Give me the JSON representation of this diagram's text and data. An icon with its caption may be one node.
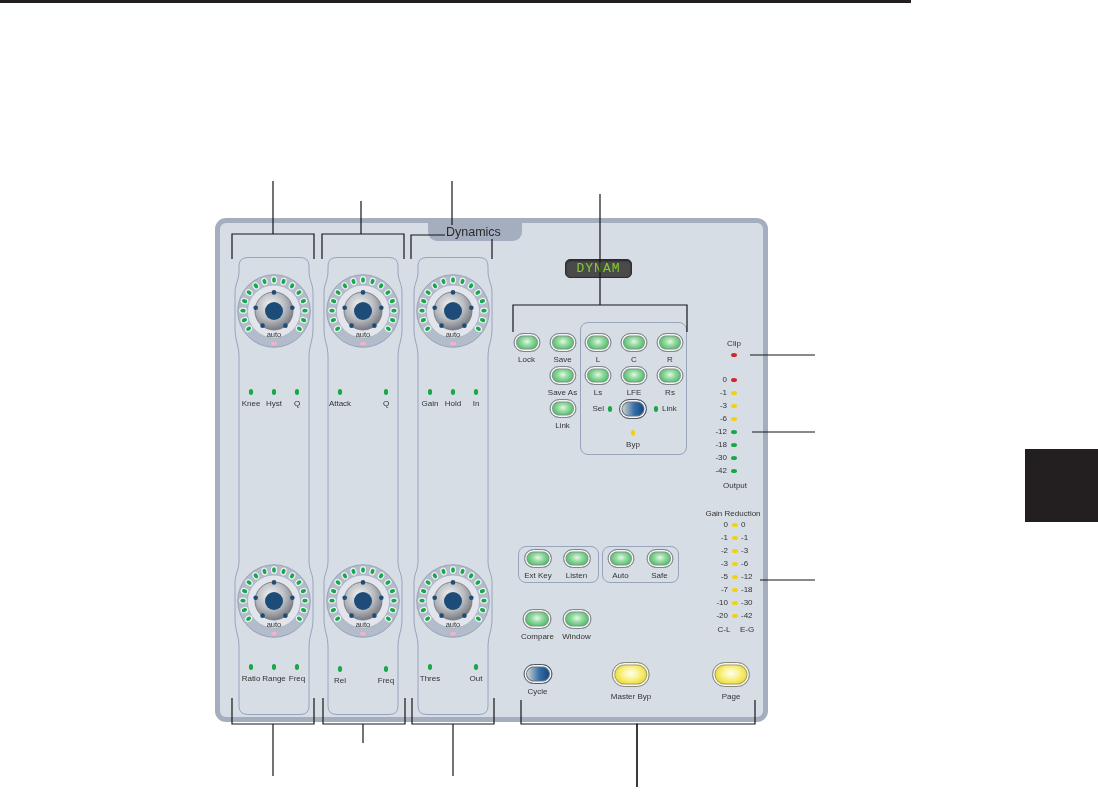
{
  "diagram": {
    "nodes": [
      {
        "text": [
          "Dynamics"
        ]
      },
      {
        "text": [
          "Knee",
          "Hyst",
          "Q",
          "Ratio",
          "Range",
          "Freq"
        ],
        "in": 0
      },
      {
        "text": [
          "auto"
        ],
        "in": 1
      },
      {
        "text": [
          "auto"
        ],
        "in": 1
      },
      {
        "text": [
          "Attack",
          "Q",
          "Rel",
          "Freq"
        ],
        "in": 0
      },
      {
        "text": [
          "auto"
        ],
        "in": 4
      },
      {
        "text": [
          "auto"
        ],
        "in": 4
      },
      {
        "text": [
          "Gain",
          "Hold",
          "In",
          "Thres",
          "Out"
        ],
        "in": 0
      },
      {
        "text": [
          "auto"
        ],
        "in": 7
      },
      {
        "text": [
          "auto"
        ],
        "in": 7
      },
      {
        "text": [
          "DYNAM"
        ],
        "in": 0
      },
      {
        "text": [
          "Lock"
        ],
        "in": 0
      },
      {
        "text": [
          "Save"
        ],
        "in": 0
      },
      {
        "text": [
          "Save As"
        ],
        "in": 0
      },
      {
        "text": [
          "Link"
        ],
        "in": 0
      },
      {
        "text": [
          "Sel",
          "Link",
          "Byp"
        ],
        "in": 0
      },
      {
        "text": [
          "L"
        ],
        "in": 15
      },
      {
        "text": [
          "C"
        ],
        "in": 15
      },
      {
        "text": [
          "R"
        ],
        "in": 15
      },
      {
        "text": [
          "Ls"
        ],
        "in": 15
      },
      {
        "text": [
          "LFE"
        ],
        "in": 15
      },
      {
        "text": [
          "Rs"
        ],
        "in": 15
      },
      {
        "text": [],
        "shape": "button",
        "in": 15
      },
      {
        "text": [
          "Clip"
        ],
        "in": 0
      },
      {
        "text": [
          "0",
          "-1",
          "-3",
          "-6",
          "-12",
          "-18",
          "-30",
          "-42",
          "Output"
        ],
        "in": 0
      },
      {
        "text": [
          "Gain Reduction",
          "0",
          "0",
          "-1",
          "-1",
          "-2",
          "-3",
          "-3",
          "-6",
          "-5",
          "-12",
          "-7",
          "-18",
          "-10",
          "-30",
          "-20",
          "-42",
          "C-L",
          "E-G"
        ],
        "in": 0
      },
      {
        "text": [],
        "shape": "box",
        "in": 0
      },
      {
        "text": [
          "Ext Key"
        ],
        "in": 26
      },
      {
        "text": [
          "Listen"
        ],
        "in": 26
      },
      {
        "text": [],
        "shape": "box",
        "in": 0
      },
      {
        "text": [
          "Auto"
        ],
        "in": 29
      },
      {
        "text": [
          "Safe"
        ],
        "in": 29
      },
      {
        "text": [
          "Compare"
        ],
        "in": 0
      },
      {
        "text": [
          "Window"
        ],
        "in": 0
      },
      {
        "text": [
          "Cycle"
        ],
        "in": 0
      },
      {
        "text": [
          "Master Byp"
        ],
        "in": 0
      },
      {
        "text": [
          "Page"
        ],
        "in": 0
      }
    ],
    "edges": [
      {
        "from": null,
        "to": 1,
        "arrow": "none"
      },
      {
        "from": null,
        "to": 4,
        "arrow": "none"
      },
      {
        "from": null,
        "to": 7,
        "arrow": "none"
      },
      {
        "from": null,
        "to": 15,
        "arrow": "none"
      },
      {
        "from": null,
        "to": 23,
        "arrow": "none"
      },
      {
        "from": null,
        "to": 24,
        "arrow": "none"
      },
      {
        "from": null,
        "to": 25,
        "arrow": "none"
      },
      {
        "from": null,
        "to": 1,
        "arrow": "none"
      },
      {
        "from": null,
        "to": 4,
        "arrow": "none"
      },
      {
        "from": null,
        "to": 7,
        "arrow": "none"
      },
      {
        "from": null,
        "to": 34,
        "arrow": "none"
      },
      {
        "from": null,
        "to": 36,
        "arrow": "none"
      }
    ]
  }
}
